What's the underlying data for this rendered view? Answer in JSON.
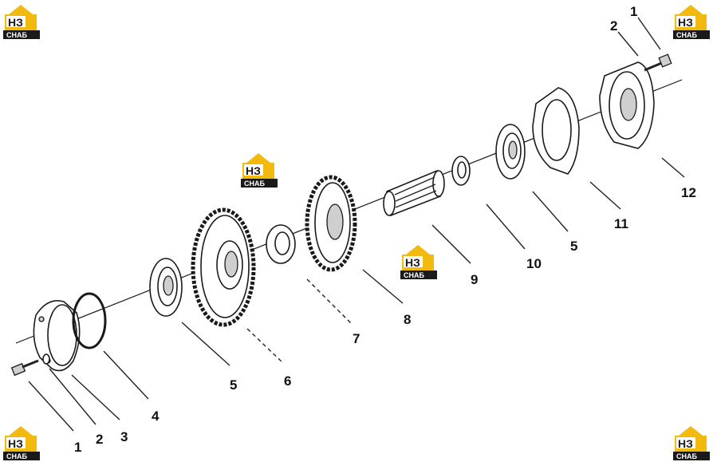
{
  "brand": {
    "logo_top": "НЗ",
    "logo_bottom": "СНАБ",
    "accent": "#f2b90f",
    "dark": "#1a1a1a"
  },
  "callouts": [
    "1",
    "2",
    "12",
    "11",
    "5",
    "10",
    "9",
    "8",
    "7",
    "6",
    "5",
    "4",
    "3",
    "2",
    "1"
  ]
}
